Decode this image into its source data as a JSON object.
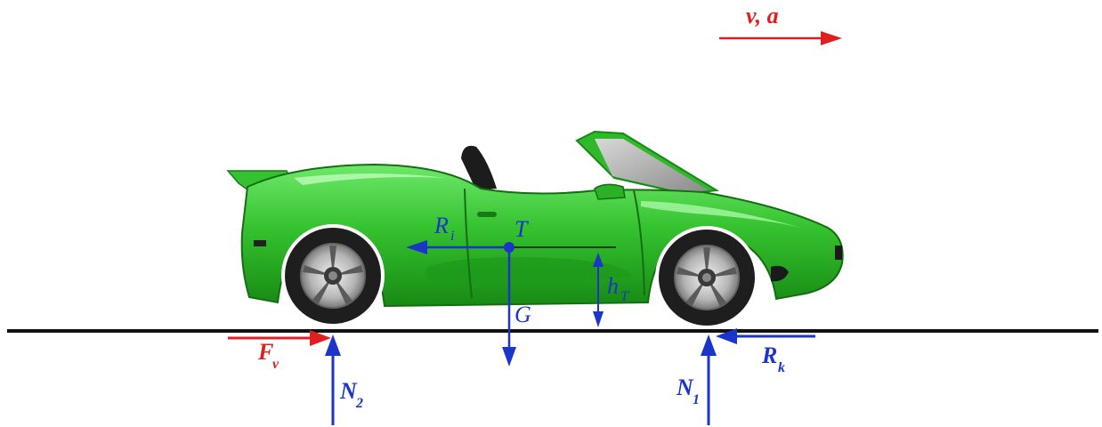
{
  "labels": {
    "velocity": "v, a",
    "inertia_force": "R",
    "inertia_force_sub": "i",
    "center_of_mass": "T",
    "height": "h",
    "height_sub": "T",
    "gravity": "G",
    "drive_force": "F",
    "drive_force_sub": "v",
    "rolling_resistance": "R",
    "rolling_resistance_sub": "k",
    "rear_normal": "N",
    "rear_normal_sub": "2",
    "front_normal": "N",
    "front_normal_sub": "1"
  },
  "colors": {
    "force_red": "#e02020",
    "force_blue": "#1a35c8",
    "body_green": "#2fb82a",
    "body_dark": "#1a7a18",
    "ground": "#111111"
  },
  "icons": {
    "car": "sports-car-convertible",
    "wheel": "alloy-wheel"
  }
}
